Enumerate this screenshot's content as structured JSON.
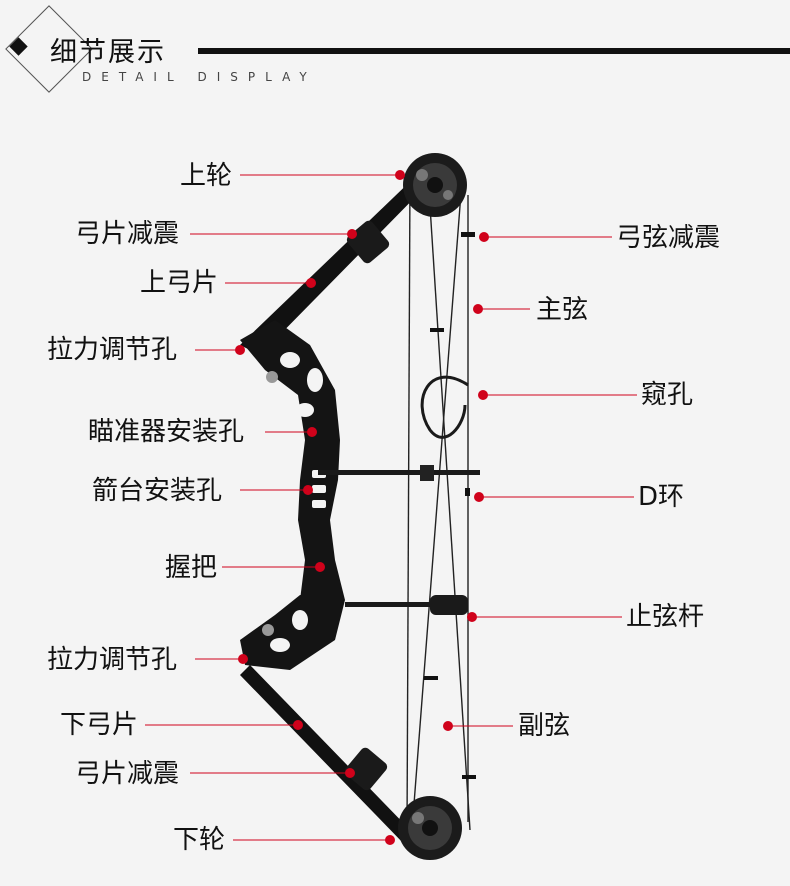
{
  "header": {
    "title": "细节展示",
    "subtitle": "DETAIL DISPLAY"
  },
  "labels": {
    "upper_wheel": "上轮",
    "upper_limb_damper": "弓片减震",
    "upper_limb": "上弓片",
    "upper_draw_adjust_hole": "拉力调节孔",
    "sight_mount_hole": "瞄准器安装孔",
    "arrow_rest_mount_hole": "箭台安装孔",
    "grip": "握把",
    "lower_draw_adjust_hole": "拉力调节孔",
    "lower_limb": "下弓片",
    "lower_limb_damper": "弓片减震",
    "lower_wheel": "下轮",
    "string_damper": "弓弦减震",
    "main_string": "主弦",
    "peep_sight": "窥孔",
    "d_loop": "D环",
    "string_stop_rod": "止弦杆",
    "secondary_string": "副弦"
  },
  "colors": {
    "leader_line": "#d0021b",
    "bow_body": "#111111",
    "background": "#f4f4f4"
  }
}
